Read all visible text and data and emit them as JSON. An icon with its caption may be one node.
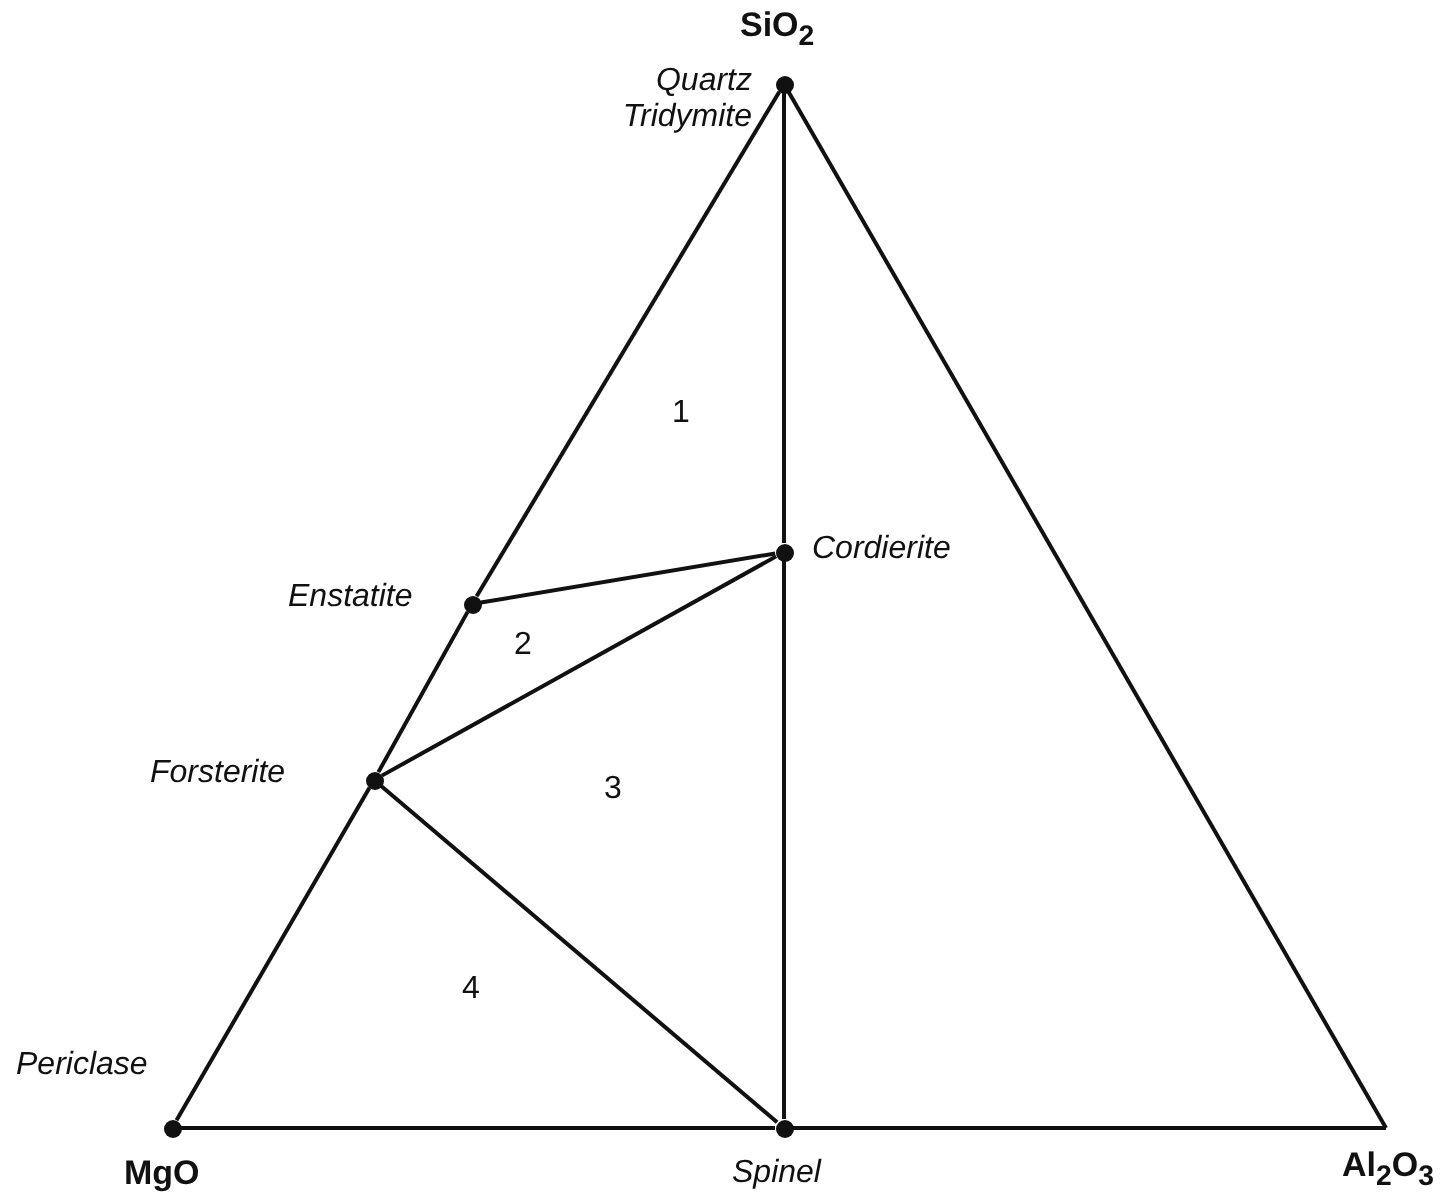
{
  "diagram": {
    "nodes": [
      {
        "text": [
          "SiO$_{2}$",
          "Quartz Tridymite"
        ]
      },
      {
        "text": [
          "Cordierite"
        ]
      },
      {
        "text": [
          "Enstatite"
        ]
      },
      {
        "text": [
          "Forsterite"
        ]
      },
      {
        "text": [
          "Periclase",
          "MgO"
        ]
      },
      {
        "text": [
          "Spinel"
        ]
      },
      {
        "text": [
          "Al$_{2}$O$_{3}$"
        ]
      }
    ],
    "edges": [
      {
        "from": 0,
        "to": 2,
        "arrow": "none"
      },
      {
        "from": 2,
        "to": 3,
        "arrow": "none"
      },
      {
        "from": 3,
        "to": 4,
        "arrow": "none"
      },
      {
        "from": 0,
        "to": 6,
        "arrow": "none"
      },
      {
        "from": 4,
        "to": 5,
        "arrow": "none"
      },
      {
        "from": 5,
        "to": 6,
        "arrow": "none"
      },
      {
        "from": 0,
        "to": 1,
        "arrow": "none"
      },
      {
        "from": 1,
        "to": 5,
        "arrow": "none"
      },
      {
        "from": 2,
        "to": 1,
        "arrow": "none"
      },
      {
        "from": 3,
        "to": 1,
        "arrow": "none"
      },
      {
        "from": 3,
        "to": 5,
        "arrow": "none"
      }
    ],
    "labels": [
      "1",
      "2",
      "3",
      "4"
    ]
  }
}
